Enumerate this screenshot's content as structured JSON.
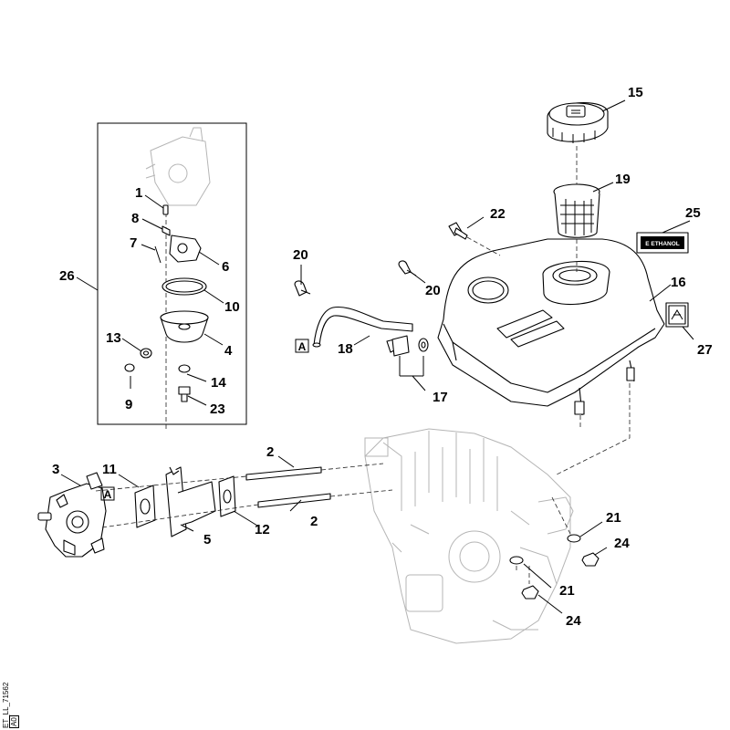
{
  "callouts": {
    "c1": "1",
    "c2a": "2",
    "c2b": "2",
    "c3": "3",
    "c4": "4",
    "c5": "5",
    "c6": "6",
    "c7": "7",
    "c8": "8",
    "c9": "9",
    "c10": "10",
    "c11": "11",
    "c12": "12",
    "c13": "13",
    "c14": "14",
    "c15": "15",
    "c16": "16",
    "c17": "17",
    "c18": "18",
    "c19": "19",
    "c20a": "20",
    "c20b": "20",
    "c21a": "21",
    "c21b": "21",
    "c22": "22",
    "c23": "23",
    "c24a": "24",
    "c24b": "24",
    "c25": "25",
    "c26": "26",
    "c27": "27"
  },
  "connection_marker": "A",
  "ethanol_label": "E ETHANOL",
  "document_id": "ET_LL_71562",
  "document_code": "A0"
}
